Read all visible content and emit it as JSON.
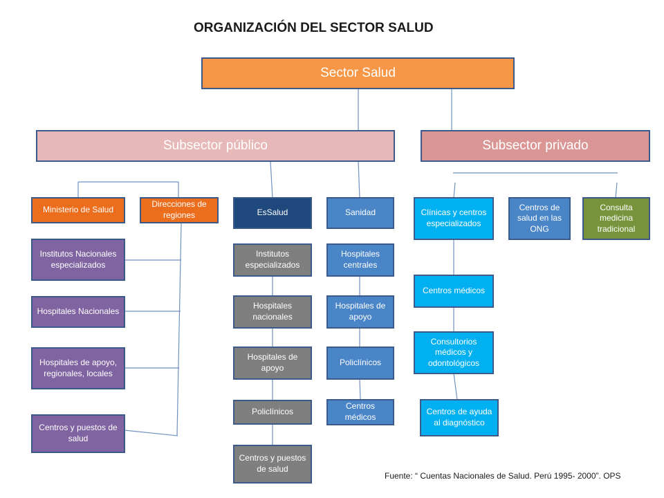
{
  "title": "ORGANIZACIÓN DEL SECTOR SALUD",
  "root": "Sector Salud",
  "subsectors": {
    "public": "Subsector público",
    "private": "Subsector privado"
  },
  "minsa": {
    "head": "Ministerio de Salud",
    "regions": "Direcciones de regiones",
    "items": [
      "Institutos Nacionales especializados",
      "Hospitales Nacionales",
      "Hospitales de apoyo, regionales, locales",
      "Centros y puestos de salud"
    ]
  },
  "essalud": {
    "head": "EsSalud",
    "items": [
      "Institutos especializados",
      "Hospitales nacionales",
      "Hospitales de apoyo",
      "Policlínicos",
      "Centros y puestos de salud"
    ]
  },
  "sanidad": {
    "head": "Sanidad",
    "items": [
      "Hospitales centrales",
      "Hospitales de apoyo",
      "Policlínicos",
      "Centros médicos"
    ]
  },
  "private": {
    "clinics": "Clínicas y centros especializados",
    "ong": "Centros de salud en las ONG",
    "traditional": "Consulta medicina tradicional",
    "items": [
      "Centros médicos",
      "Consultorios médicos y odontológicos",
      "Centros  de ayuda al diagnóstico"
    ]
  },
  "source": "Fuente: “ Cuentas Nacionales de Salud. Perú 1995-  2000”.  OPS",
  "colors": {
    "root": "#f79646",
    "public": "#e6b8b7",
    "private": "#da9694",
    "minsa": "#ec6d1b",
    "essalud_head": "#1f497d",
    "sanidad": "#4a85c8",
    "minsa_items": "#8064a2",
    "essalud_items": "#7f7f7f",
    "private_items": "#00b0f0",
    "traditional": "#77933c",
    "border": "#3b5a8a"
  }
}
